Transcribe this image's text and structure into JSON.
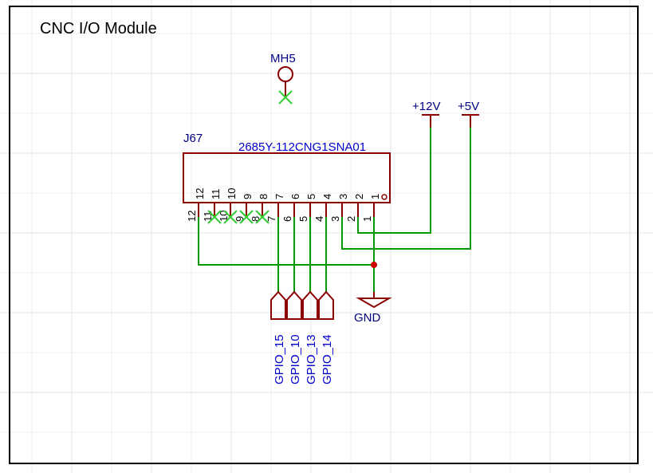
{
  "sheet": {
    "title": "CNC I/O Module"
  },
  "mounting_hole": {
    "ref": "MH5"
  },
  "connector": {
    "ref": "J67",
    "value": "2685Y-112CNG1SNA01",
    "pins_top": [
      "12",
      "11",
      "10",
      "9",
      "8",
      "7",
      "6",
      "5",
      "4",
      "3",
      "2",
      "1"
    ],
    "pins_bottom": [
      "12",
      "11",
      "10",
      "9",
      "8",
      "7",
      "6",
      "5",
      "4",
      "3",
      "2",
      "1"
    ]
  },
  "power": {
    "v12": "+12V",
    "v5": "+5V",
    "gnd": "GND"
  },
  "net_labels": [
    "GPIO_15",
    "GPIO_10",
    "GPIO_13",
    "GPIO_14"
  ],
  "colors": {
    "wire": "#009900",
    "symbol": "#8b0000",
    "label": "#0000cc",
    "junction": "#cc0000",
    "no_connect": "#33cc33"
  }
}
